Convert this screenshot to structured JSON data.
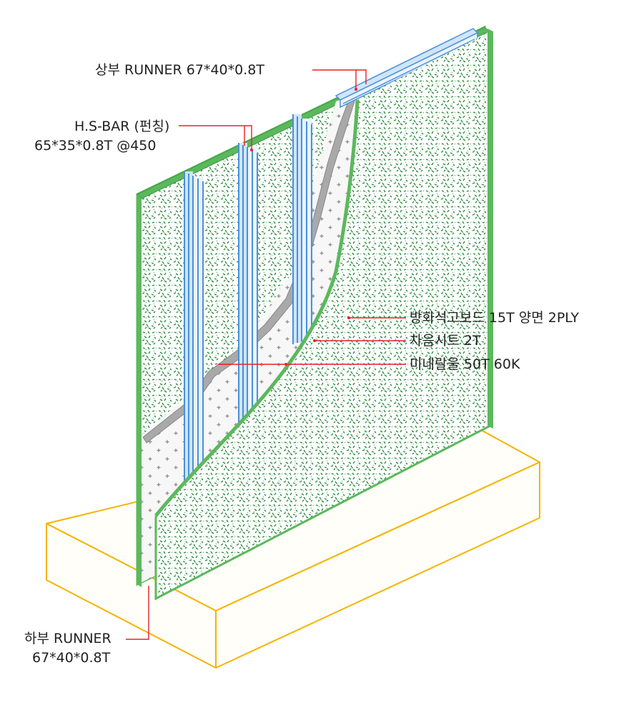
{
  "colors": {
    "board_green": "#5cb85c",
    "speckle": "#2e8b3e",
    "stud_blue": "#4a90d9",
    "acoustic_sheet": "#9e9e9e",
    "insulation": "#f2f2f2",
    "slab_outline": "#f4b400",
    "leader_red": "#e8202a"
  },
  "labels": {
    "top_runner": "상부 RUNNER 67*40*0.8T",
    "hs_bar_line1": "H.S-BAR (펀칭)",
    "hs_bar_line2": "65*35*0.8T @450",
    "gypsum_board": "방화석고보드 15T 양면 2PLY",
    "sound_sheet": "차음시트 2T",
    "mineral_wool": "미네랄울 50T 60K",
    "bottom_runner_line1": "하부 RUNNER",
    "bottom_runner_line2": "67*40*0.8T"
  }
}
